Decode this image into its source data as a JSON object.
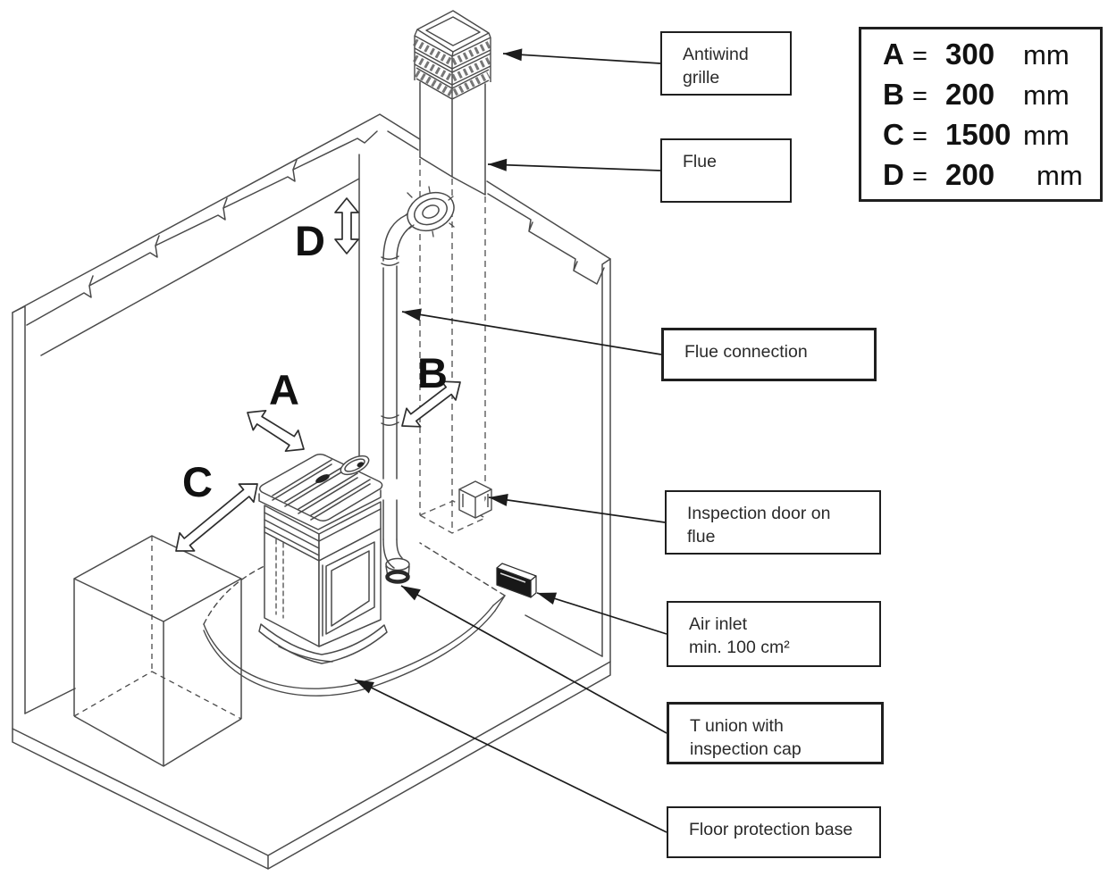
{
  "legend": {
    "rows": [
      {
        "letter": "A",
        "eq": "=",
        "value": "300",
        "unit": "mm"
      },
      {
        "letter": "B",
        "eq": "=",
        "value": "200",
        "unit": "mm"
      },
      {
        "letter": "C",
        "eq": "=",
        "value": "1500",
        "unit": "mm"
      },
      {
        "letter": "D",
        "eq": "=",
        "value": "200",
        "unit": "mm"
      }
    ]
  },
  "callouts": [
    {
      "text": "Antiwind\ngrille"
    },
    {
      "text": "Flue"
    },
    {
      "text": "Flue connection"
    },
    {
      "text": "Inspection door on\nflue"
    },
    {
      "text": "Air inlet\nmin. 100 cm²"
    },
    {
      "text": "T union with\ninspection cap"
    },
    {
      "text": "Floor protection base"
    }
  ],
  "annotations": {
    "a": "A",
    "b": "B",
    "c": "C",
    "d": "D"
  },
  "colors": {
    "line": "#4a4a4a",
    "ink": "#1c1c1c",
    "hidden": "#5a5a5a"
  }
}
